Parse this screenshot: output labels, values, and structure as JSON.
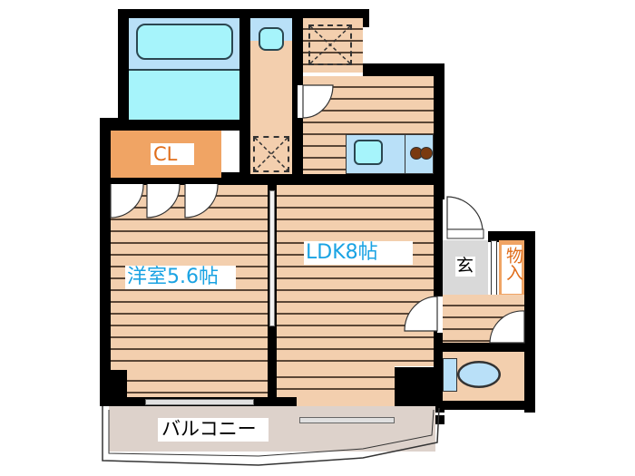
{
  "floor_plan": {
    "rooms": {
      "western_room": {
        "label": "洋室5.6帖",
        "type": "Western-style room",
        "size_jo": 5.6
      },
      "ldk": {
        "label": "LDK8帖",
        "type": "Living/Dining/Kitchen",
        "size_jo": 8
      },
      "closet": {
        "label": "CL"
      },
      "entrance": {
        "label": "玄"
      },
      "storage": {
        "label": "物入"
      },
      "balcony": {
        "label": "バルコニー"
      },
      "bathroom": {
        "label": ""
      },
      "washroom": {
        "label": ""
      },
      "toilet": {
        "label": ""
      }
    },
    "colors": {
      "wall": "#000000",
      "floor": "#f3cfae",
      "floor_line": "#5a4636",
      "water_area": "#a6f4fb",
      "water_area_light": "#b9e0f8",
      "closet": "#f0a464",
      "entrance": "#d9d9d9",
      "balcony": "#ddd2cb",
      "label_blue": "#1aa3e3",
      "label_orange": "#e06d1a",
      "stove_burner": "#7a3a10"
    }
  }
}
